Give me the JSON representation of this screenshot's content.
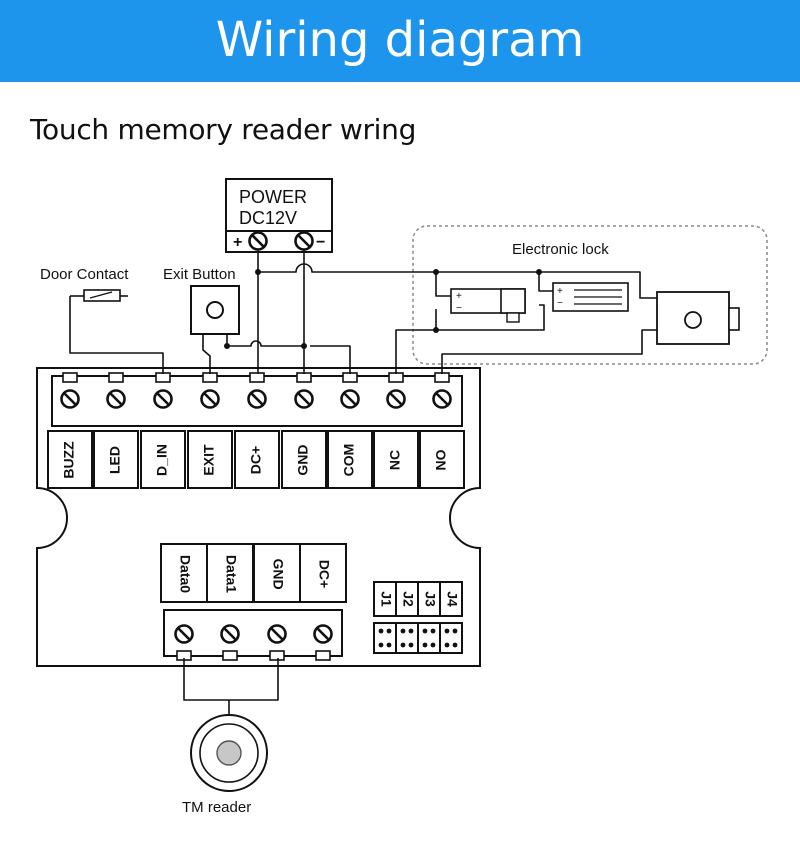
{
  "header": {
    "title": "Wiring diagram"
  },
  "subtitle": "Touch memory reader wring",
  "power": {
    "line1": "POWER",
    "line2": "DC12V",
    "plus": "+",
    "minus": "−"
  },
  "labels": {
    "door_contact": "Door Contact",
    "exit_button": "Exit Button",
    "electronic_lock": "Electronic lock",
    "tm_reader": "TM reader",
    "lock_plus": "+",
    "lock_minus": "−"
  },
  "main_terminals": [
    "BUZZ",
    "LED",
    "D_IN",
    "EXIT",
    "DC+",
    "GND",
    "COM",
    "NC",
    "NO"
  ],
  "reader_terminals": [
    "Data0",
    "Data1",
    "GND",
    "DC+"
  ],
  "jumpers": [
    "J1",
    "J2",
    "J3",
    "J4"
  ]
}
